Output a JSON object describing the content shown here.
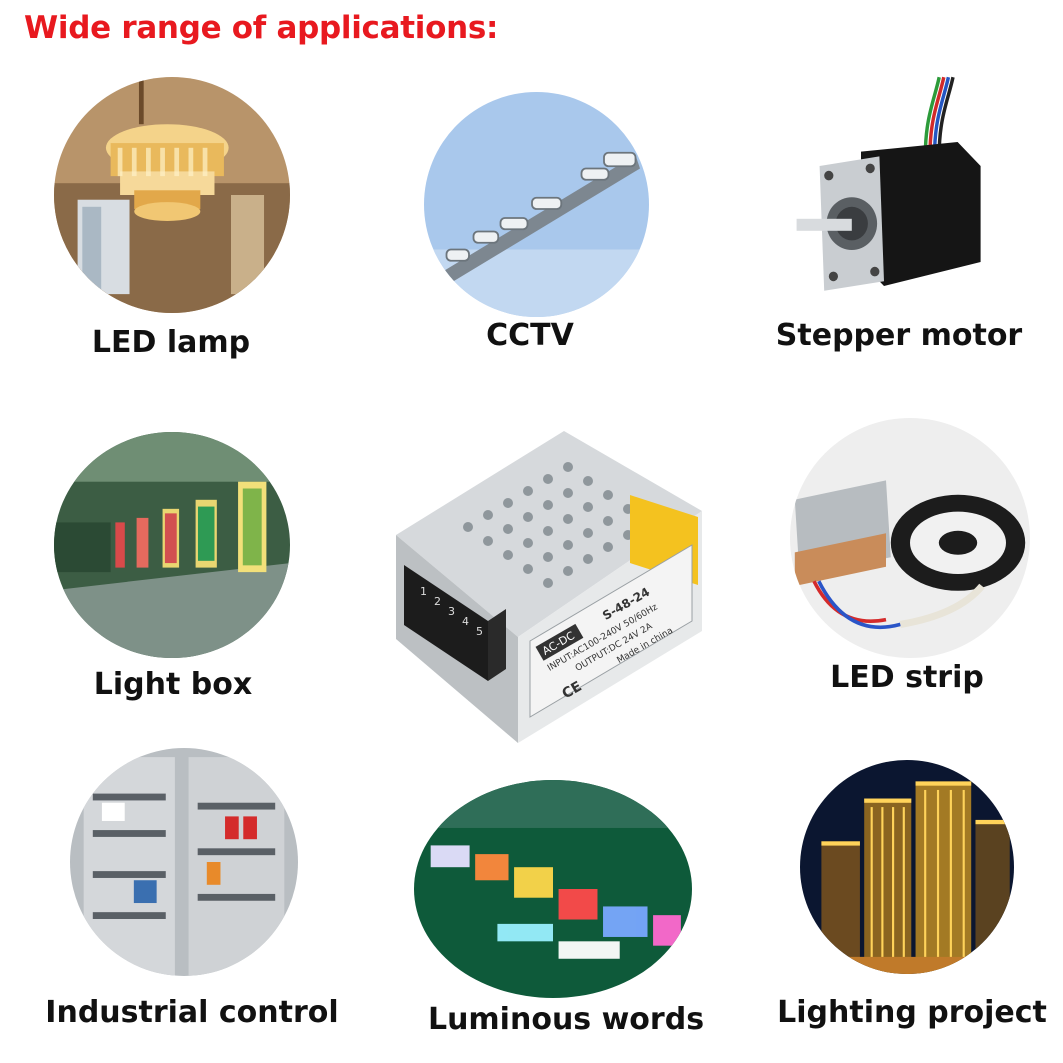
{
  "heading": "Wide range of applications:",
  "applications": [
    {
      "label": "LED lamp",
      "icon": "chandelier-icon"
    },
    {
      "label": "CCTV",
      "icon": "security-camera-icon"
    },
    {
      "label": "Stepper motor",
      "icon": "stepper-motor-icon"
    },
    {
      "label": "Light box",
      "icon": "light-box-icon"
    },
    {
      "label": "LED strip",
      "icon": "led-strip-icon"
    },
    {
      "label": "Industrial control",
      "icon": "control-cabinet-icon"
    },
    {
      "label": "Luminous words",
      "icon": "luminous-sign-icon"
    },
    {
      "label": "Lighting project",
      "icon": "lit-building-icon"
    }
  ],
  "product": {
    "icon": "power-supply-icon",
    "badge": "AC-DC",
    "model": "S-48-24",
    "input": "INPUT:AC100-240V 50/60Hz",
    "output": "OUTPUT:DC 24V 2A",
    "origin": "Made in china",
    "mark": "CE",
    "terminals": [
      "1",
      "2",
      "3",
      "4",
      "5"
    ]
  },
  "colors": {
    "heading": "#e8191f",
    "caption": "#111111"
  }
}
